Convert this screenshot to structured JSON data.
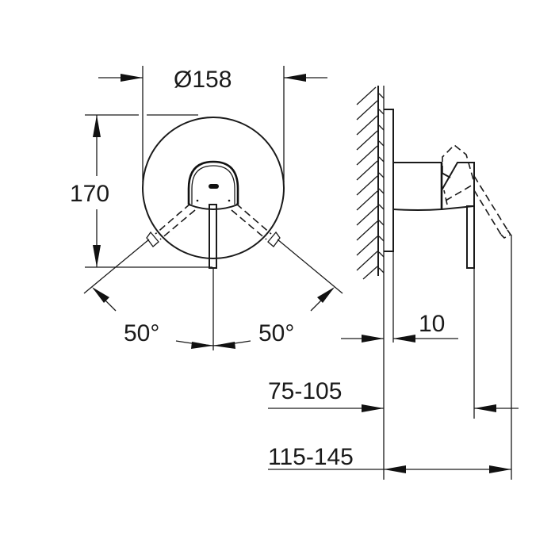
{
  "diagram": {
    "type": "technical-dimension-drawing",
    "views": [
      "front-view",
      "side-view"
    ],
    "colors": {
      "line": "#1a1a1a",
      "background": "#ffffff"
    }
  },
  "front_view": {
    "diameter_label": "Ø158",
    "height_label": "170",
    "angle_left_label": "50°",
    "angle_right_label": "50°"
  },
  "side_view": {
    "depth_label": "10",
    "range_label_1": "75-105",
    "range_label_2": "115-145"
  }
}
